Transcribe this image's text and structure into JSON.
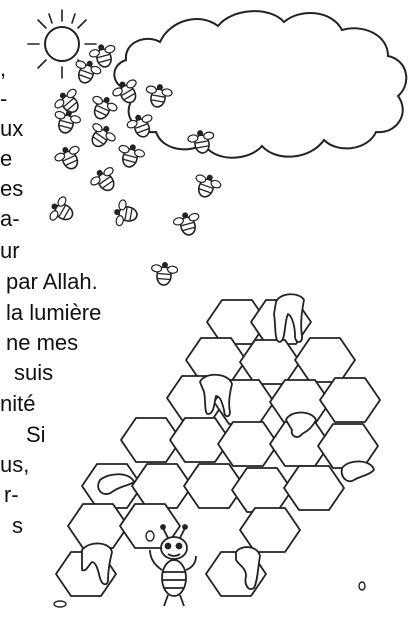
{
  "text_fragments": [
    ",",
    "-",
    "ux",
    "e",
    "es",
    "a-",
    "ur",
    "par Allah.",
    "la lumière",
    "ne  mes",
    "suis",
    "nité",
    "Si",
    "us,",
    "r-",
    "s"
  ],
  "illustration": {
    "subject": "sun, cloud, swarm of bees, honeycomb with dripping honey, small bee character",
    "line_color": "#222222",
    "fill_color": "#ffffff"
  }
}
